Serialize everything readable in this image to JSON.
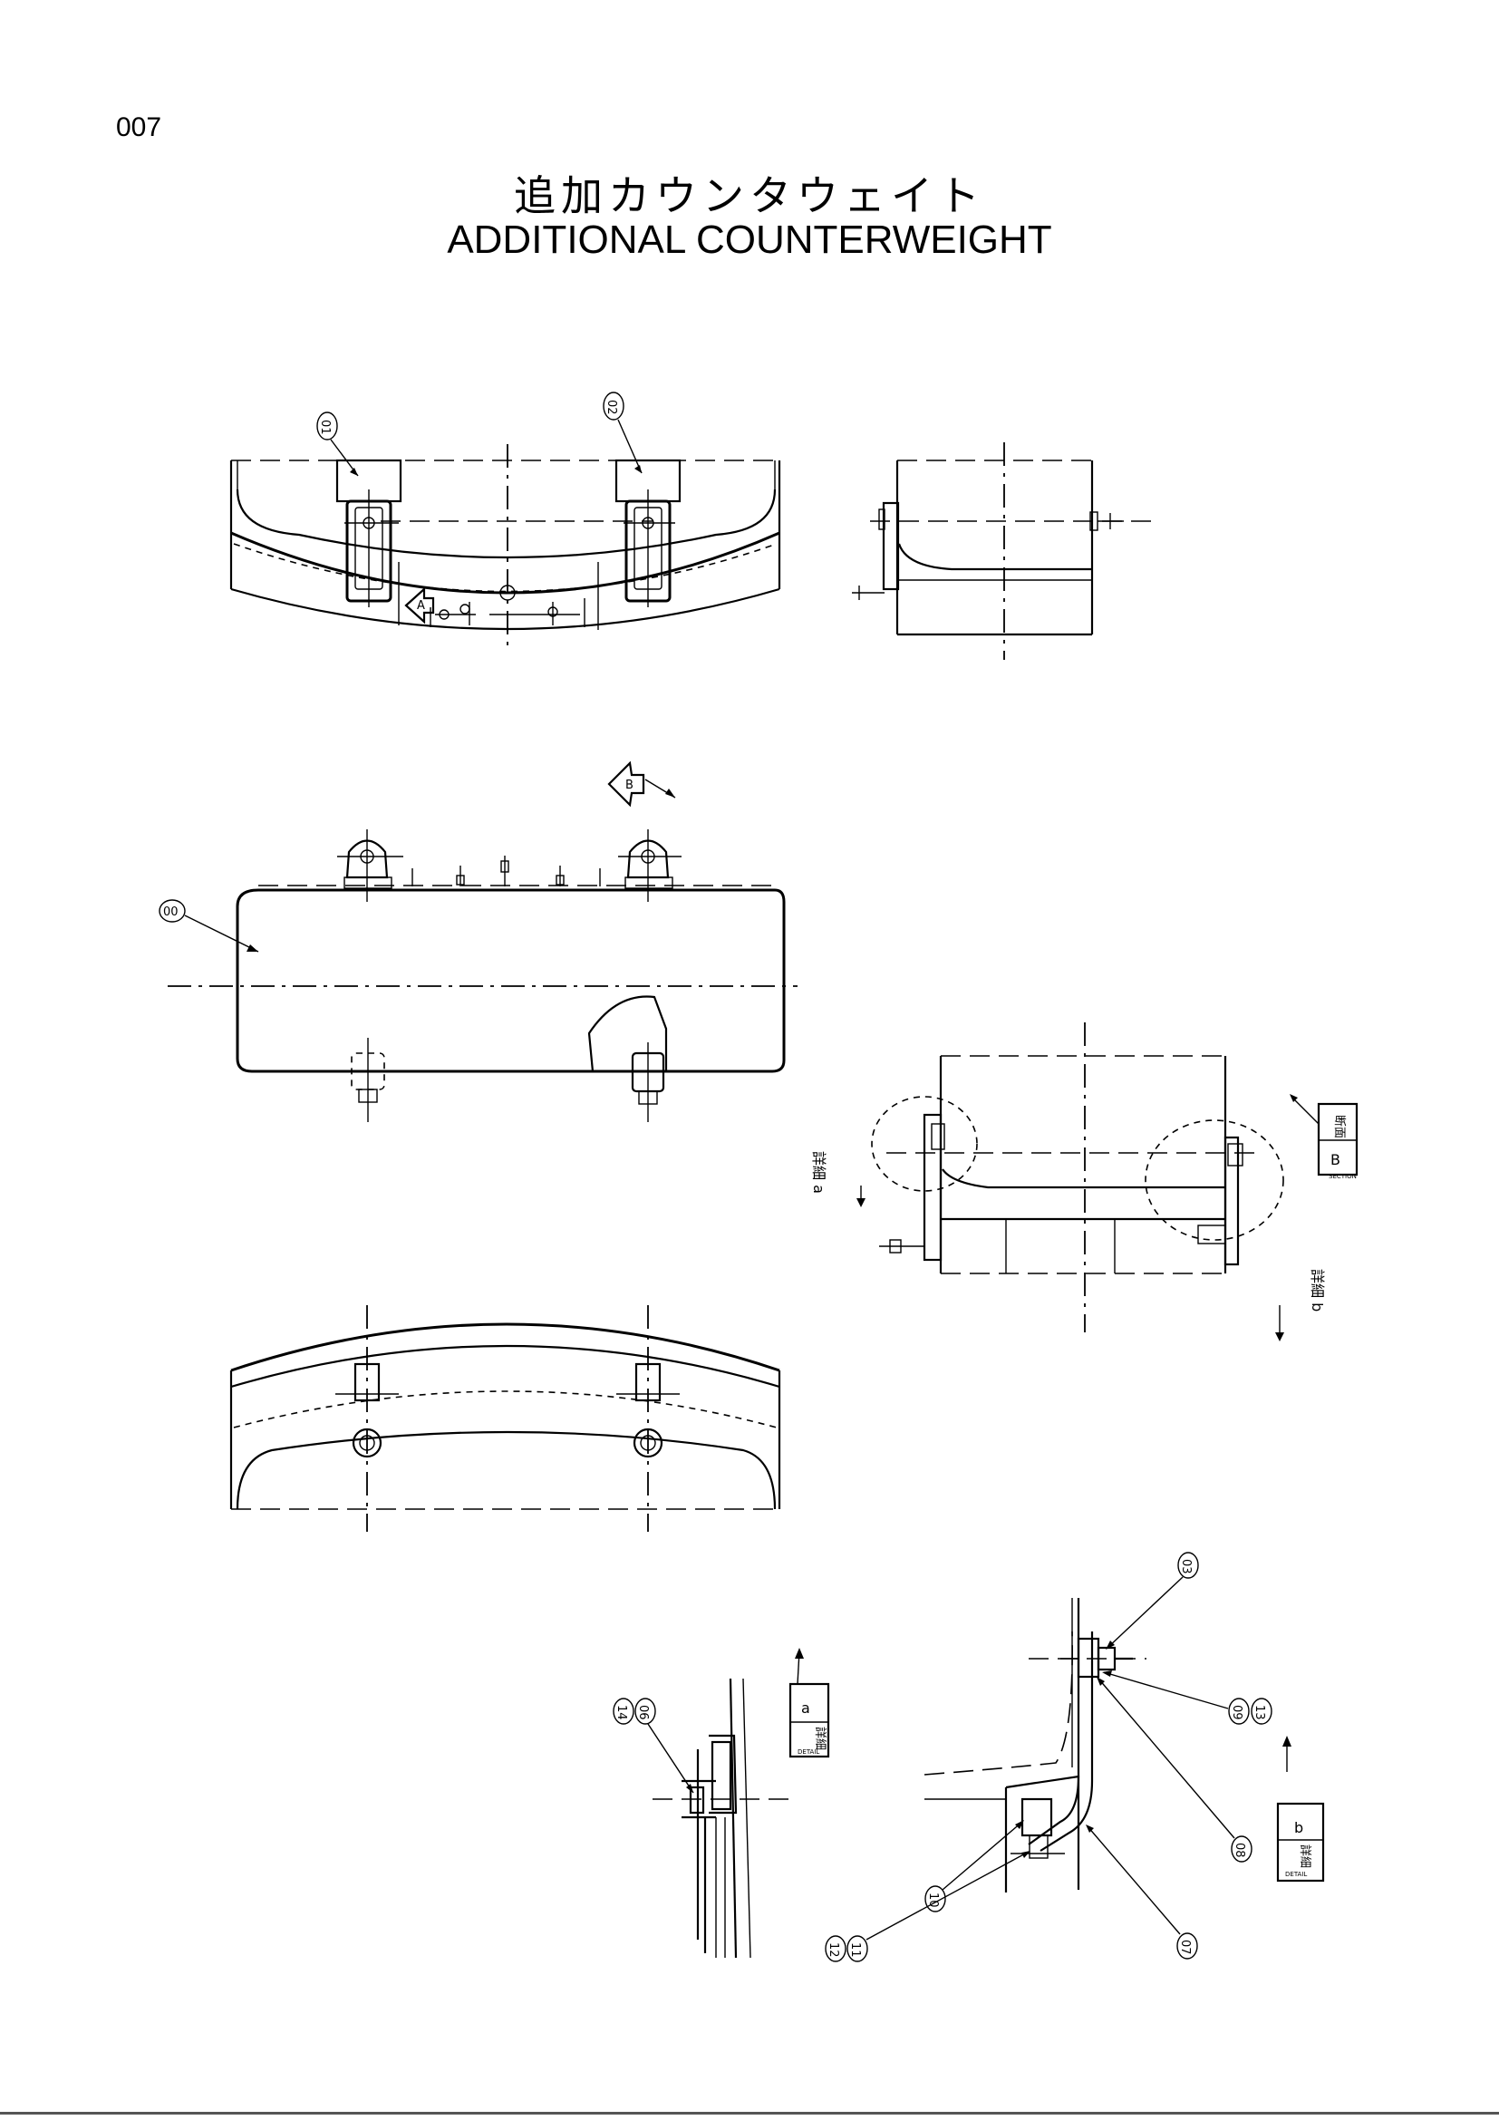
{
  "page": {
    "number": "007"
  },
  "title": {
    "japanese": "追加カウンタウェイト",
    "english": "ADDITIONAL COUNTERWEIGHT"
  },
  "callouts": {
    "c00": "00",
    "c01": "01",
    "c02": "02",
    "c03": "03",
    "c06": "06",
    "c07": "07",
    "c08": "08",
    "c09": "09",
    "c10": "10",
    "c11": "11",
    "c12": "12",
    "c13": "13",
    "c14": "14"
  },
  "view_markers": {
    "a_arrow": "A",
    "b_arrow": "B"
  },
  "labels": {
    "section_b_jp": "断面",
    "section_b_en": "SECTION",
    "section_b_letter": "B",
    "detail_a_jp": "詳細",
    "detail_a_en": "DETAIL",
    "detail_a_letter": "a",
    "detail_b_jp": "詳細",
    "detail_b_en": "DETAIL",
    "detail_b_letter": "b",
    "ref_a": "詳細 a",
    "ref_b": "詳細 b"
  }
}
